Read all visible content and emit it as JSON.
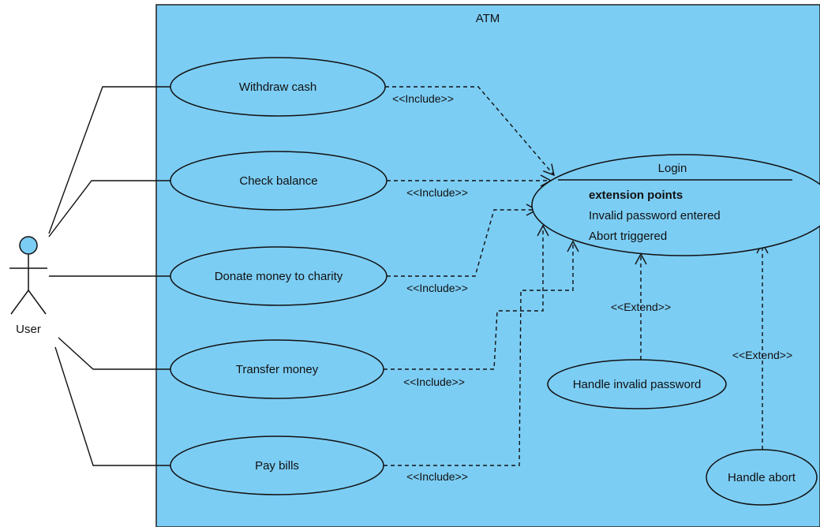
{
  "diagram": {
    "system": {
      "title": "ATM",
      "fill": "#7ccdf4"
    },
    "actor": {
      "name": "User",
      "head_fill": "#7ccdf4"
    },
    "use_cases": [
      {
        "id": "withdraw",
        "label": "Withdraw cash"
      },
      {
        "id": "balance",
        "label": "Check balance"
      },
      {
        "id": "donate",
        "label": "Donate money to charity"
      },
      {
        "id": "transfer",
        "label": "Transfer money"
      },
      {
        "id": "paybills",
        "label": "Pay bills"
      }
    ],
    "login": {
      "label": "Login",
      "extension_points_heading": "extension points",
      "extension_points": [
        "Invalid password entered",
        "Abort triggered"
      ]
    },
    "extensions": [
      {
        "id": "invalid",
        "label": "Handle invalid password"
      },
      {
        "id": "abort",
        "label": "Handle abort"
      }
    ],
    "relations": {
      "include_label": "<<Include>>",
      "extend_label": "<<Extend>>"
    }
  }
}
